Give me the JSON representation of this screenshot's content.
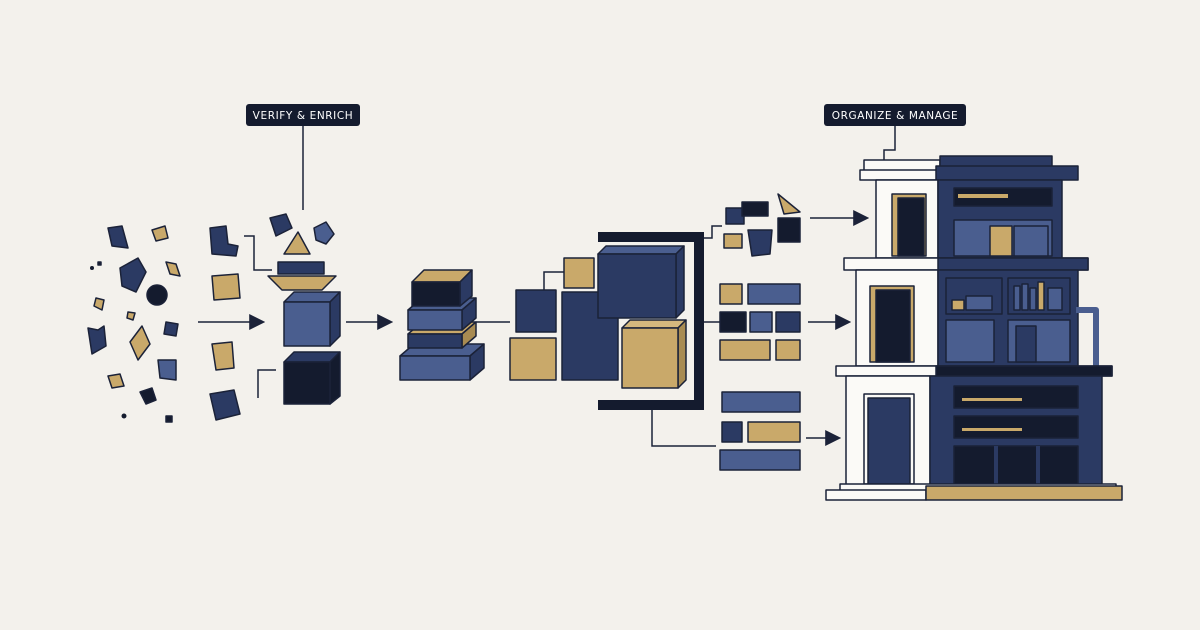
{
  "labels": {
    "verify": "VERIFY & ENRICH",
    "organize": "ORGANIZE & MANAGE"
  },
  "colors": {
    "background": "#f3f1ec",
    "navy": "#2b3a63",
    "navy_light": "#4a5e8f",
    "dark": "#141b2e",
    "gold": "#c9a96a",
    "stroke": "#1b2238",
    "white": "#fbfaf7"
  },
  "icons": [
    "scattered-fragments",
    "funnel",
    "cube",
    "stacked-slabs",
    "block-cluster",
    "bracket",
    "sorted-blocks",
    "building"
  ]
}
